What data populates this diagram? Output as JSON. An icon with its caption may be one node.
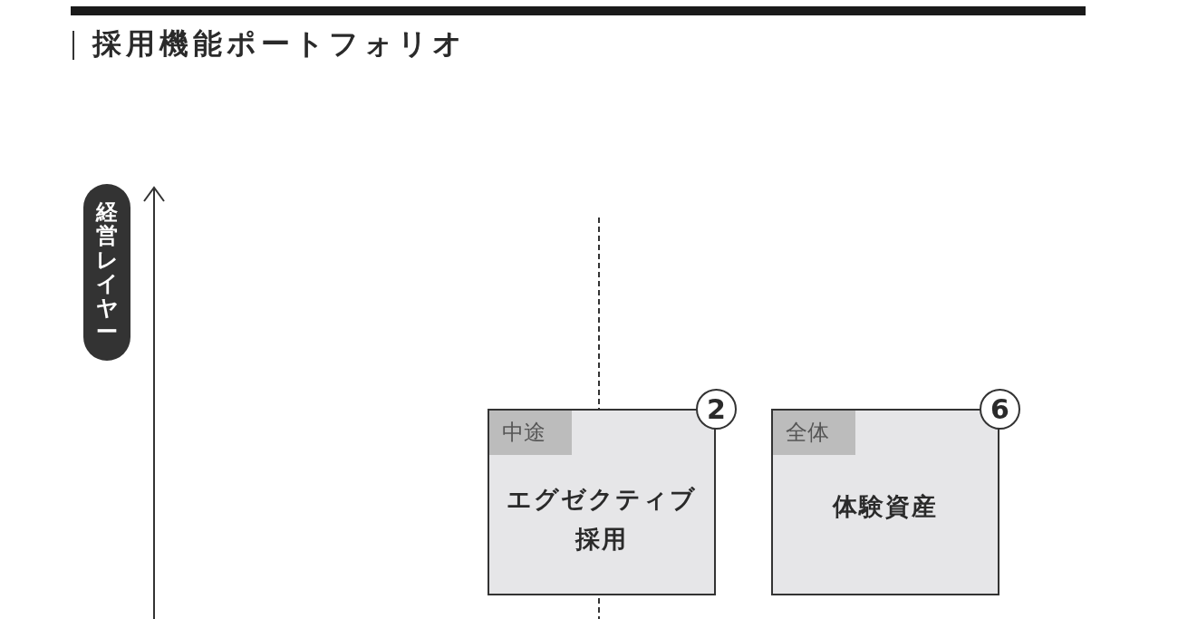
{
  "diagram": {
    "title": "採用機能ポートフォリオ",
    "nodes": [
      {
        "text": [
          "経営レイヤー"
        ]
      },
      {
        "text": [
          "エグゼクティブ採用"
        ]
      },
      {
        "text": [
          "中途"
        ],
        "in": 1
      },
      {
        "text": [
          "2"
        ]
      },
      {
        "text": [
          "体験資産"
        ]
      },
      {
        "text": [
          "全体"
        ],
        "in": 4
      },
      {
        "text": [
          "6"
        ]
      }
    ]
  }
}
